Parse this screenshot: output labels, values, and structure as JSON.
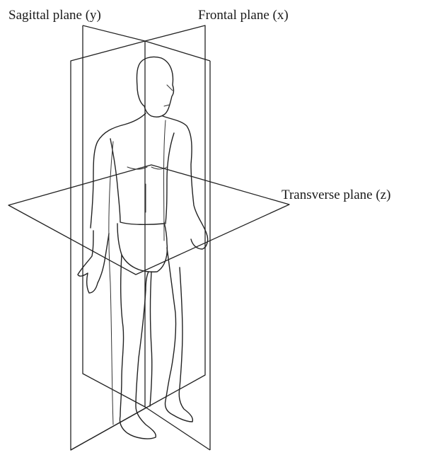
{
  "labels": {
    "sagittal": "Sagittal plane (y)",
    "frontal": "Frontal plane (x)",
    "transverse": "Transverse plane (z)"
  }
}
